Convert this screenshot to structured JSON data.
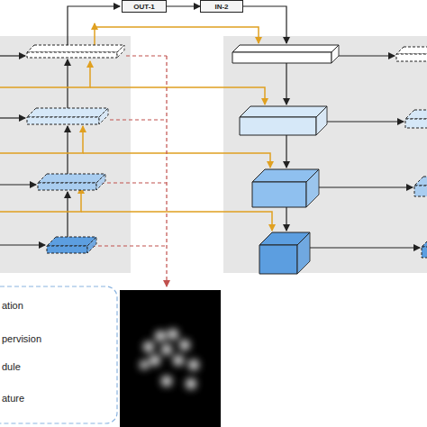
{
  "diagram": {
    "nodes": [
      {
        "text": [
          "OUT-1"
        ]
      },
      {
        "text": [
          "IN-2"
        ]
      }
    ],
    "edges": [
      {
        "from": 0,
        "to": 1,
        "arrow": "to"
      }
    ],
    "legend": [
      {
        "text": "ation"
      },
      {
        "text": "pervision"
      },
      {
        "text": "dule"
      },
      {
        "text": "ature"
      }
    ]
  }
}
